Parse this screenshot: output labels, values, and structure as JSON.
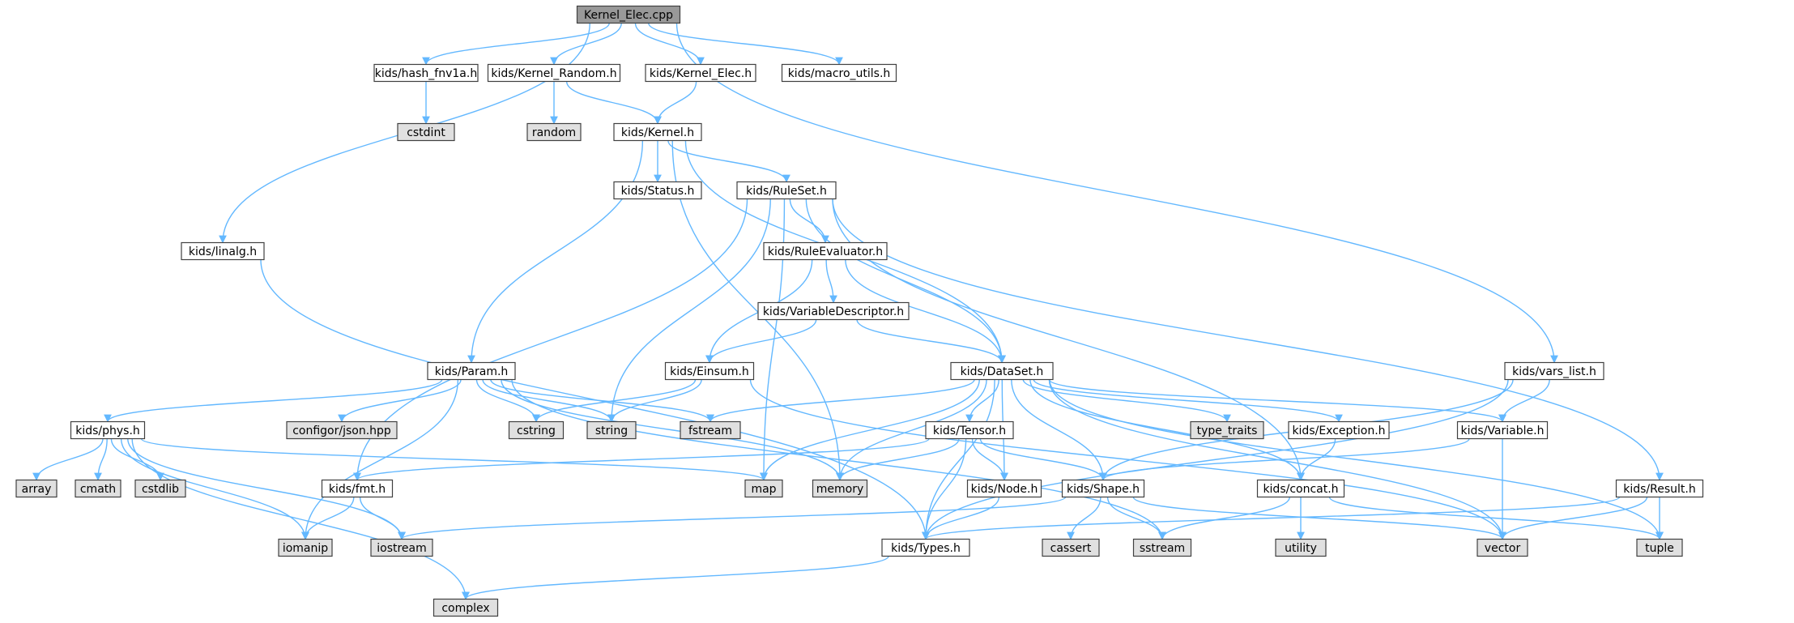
{
  "colors": {
    "edge": "#63b8ff",
    "root_fill": "#999999",
    "file_fill": "#ffffff",
    "system_fill": "#e0e0e0",
    "border": "#404040"
  },
  "nodes": [
    {
      "id": "root",
      "label": "Kernel_Elec.cpp",
      "kind": "root"
    },
    {
      "id": "hash",
      "label": "kids/hash_fnv1a.h",
      "kind": "file"
    },
    {
      "id": "krand",
      "label": "kids/Kernel_Random.h",
      "kind": "file"
    },
    {
      "id": "kelec",
      "label": "kids/Kernel_Elec.h",
      "kind": "file"
    },
    {
      "id": "macro",
      "label": "kids/macro_utils.h",
      "kind": "file"
    },
    {
      "id": "cstdint",
      "label": "cstdint",
      "kind": "system"
    },
    {
      "id": "random",
      "label": "random",
      "kind": "system"
    },
    {
      "id": "kernel",
      "label": "kids/Kernel.h",
      "kind": "file"
    },
    {
      "id": "status",
      "label": "kids/Status.h",
      "kind": "file"
    },
    {
      "id": "ruleset",
      "label": "kids/RuleSet.h",
      "kind": "file"
    },
    {
      "id": "linalg",
      "label": "kids/linalg.h",
      "kind": "file"
    },
    {
      "id": "ruleeval",
      "label": "kids/RuleEvaluator.h",
      "kind": "file"
    },
    {
      "id": "vardesc",
      "label": "kids/VariableDescriptor.h",
      "kind": "file"
    },
    {
      "id": "param",
      "label": "kids/Param.h",
      "kind": "file"
    },
    {
      "id": "einsum",
      "label": "kids/Einsum.h",
      "kind": "file"
    },
    {
      "id": "dataset",
      "label": "kids/DataSet.h",
      "kind": "file"
    },
    {
      "id": "varslist",
      "label": "kids/vars_list.h",
      "kind": "file"
    },
    {
      "id": "phys",
      "label": "kids/phys.h",
      "kind": "file"
    },
    {
      "id": "json",
      "label": "configor/json.hpp",
      "kind": "system"
    },
    {
      "id": "cstring",
      "label": "cstring",
      "kind": "system"
    },
    {
      "id": "string",
      "label": "string",
      "kind": "system"
    },
    {
      "id": "fstream",
      "label": "fstream",
      "kind": "system"
    },
    {
      "id": "tensor",
      "label": "kids/Tensor.h",
      "kind": "file"
    },
    {
      "id": "typetraits",
      "label": "type_traits",
      "kind": "system"
    },
    {
      "id": "exception",
      "label": "kids/Exception.h",
      "kind": "file"
    },
    {
      "id": "variable",
      "label": "kids/Variable.h",
      "kind": "file"
    },
    {
      "id": "array",
      "label": "array",
      "kind": "system"
    },
    {
      "id": "cmath",
      "label": "cmath",
      "kind": "system"
    },
    {
      "id": "cstdlib",
      "label": "cstdlib",
      "kind": "system"
    },
    {
      "id": "fmt",
      "label": "kids/fmt.h",
      "kind": "file"
    },
    {
      "id": "map",
      "label": "map",
      "kind": "system"
    },
    {
      "id": "memory",
      "label": "memory",
      "kind": "system"
    },
    {
      "id": "node",
      "label": "kids/Node.h",
      "kind": "file"
    },
    {
      "id": "shape",
      "label": "kids/Shape.h",
      "kind": "file"
    },
    {
      "id": "concat",
      "label": "kids/concat.h",
      "kind": "file"
    },
    {
      "id": "result",
      "label": "kids/Result.h",
      "kind": "file"
    },
    {
      "id": "iomanip",
      "label": "iomanip",
      "kind": "system"
    },
    {
      "id": "iostream",
      "label": "iostream",
      "kind": "system"
    },
    {
      "id": "types",
      "label": "kids/Types.h",
      "kind": "file"
    },
    {
      "id": "cassert",
      "label": "cassert",
      "kind": "system"
    },
    {
      "id": "sstream",
      "label": "sstream",
      "kind": "system"
    },
    {
      "id": "utility",
      "label": "utility",
      "kind": "system"
    },
    {
      "id": "vector",
      "label": "vector",
      "kind": "system"
    },
    {
      "id": "tuple",
      "label": "tuple",
      "kind": "system"
    },
    {
      "id": "complex",
      "label": "complex",
      "kind": "system"
    }
  ],
  "edges": [
    [
      "root",
      "hash"
    ],
    [
      "root",
      "krand"
    ],
    [
      "root",
      "kelec"
    ],
    [
      "root",
      "macro"
    ],
    [
      "root",
      "linalg"
    ],
    [
      "root",
      "varslist"
    ],
    [
      "hash",
      "cstdint"
    ],
    [
      "krand",
      "random"
    ],
    [
      "krand",
      "kernel"
    ],
    [
      "kelec",
      "kernel"
    ],
    [
      "kernel",
      "status"
    ],
    [
      "kernel",
      "ruleset"
    ],
    [
      "kernel",
      "param"
    ],
    [
      "kernel",
      "dataset"
    ],
    [
      "kernel",
      "memory"
    ],
    [
      "ruleset",
      "ruleeval"
    ],
    [
      "ruleset",
      "dataset"
    ],
    [
      "ruleset",
      "string"
    ],
    [
      "ruleset",
      "map"
    ],
    [
      "ruleset",
      "fmt"
    ],
    [
      "ruleset",
      "concat"
    ],
    [
      "ruleset",
      "result"
    ],
    [
      "ruleeval",
      "vardesc"
    ],
    [
      "ruleeval",
      "einsum"
    ],
    [
      "ruleeval",
      "dataset"
    ],
    [
      "vardesc",
      "einsum"
    ],
    [
      "vardesc",
      "dataset"
    ],
    [
      "linalg",
      "types"
    ],
    [
      "einsum",
      "cstring"
    ],
    [
      "einsum",
      "string"
    ],
    [
      "einsum",
      "vector"
    ],
    [
      "param",
      "phys"
    ],
    [
      "param",
      "json"
    ],
    [
      "param",
      "cstring"
    ],
    [
      "param",
      "string"
    ],
    [
      "param",
      "fstream"
    ],
    [
      "param",
      "memory"
    ],
    [
      "param",
      "iomanip"
    ],
    [
      "param",
      "sstream"
    ],
    [
      "dataset",
      "fstream"
    ],
    [
      "dataset",
      "map"
    ],
    [
      "dataset",
      "memory"
    ],
    [
      "dataset",
      "tensor"
    ],
    [
      "dataset",
      "node"
    ],
    [
      "dataset",
      "shape"
    ],
    [
      "dataset",
      "types"
    ],
    [
      "dataset",
      "typetraits"
    ],
    [
      "dataset",
      "exception"
    ],
    [
      "dataset",
      "variable"
    ],
    [
      "dataset",
      "concat"
    ],
    [
      "dataset",
      "vector"
    ],
    [
      "dataset",
      "tuple"
    ],
    [
      "varslist",
      "variable"
    ],
    [
      "varslist",
      "shape"
    ],
    [
      "varslist",
      "types"
    ],
    [
      "phys",
      "array"
    ],
    [
      "phys",
      "cmath"
    ],
    [
      "phys",
      "cstdlib"
    ],
    [
      "phys",
      "map"
    ],
    [
      "phys",
      "iomanip"
    ],
    [
      "phys",
      "iostream"
    ],
    [
      "phys",
      "complex"
    ],
    [
      "tensor",
      "fmt"
    ],
    [
      "tensor",
      "memory"
    ],
    [
      "tensor",
      "node"
    ],
    [
      "tensor",
      "shape"
    ],
    [
      "tensor",
      "types"
    ],
    [
      "exception",
      "concat"
    ],
    [
      "variable",
      "shape"
    ],
    [
      "variable",
      "vector"
    ],
    [
      "fmt",
      "iomanip"
    ],
    [
      "fmt",
      "iostream"
    ],
    [
      "node",
      "types"
    ],
    [
      "shape",
      "iostream"
    ],
    [
      "shape",
      "cassert"
    ],
    [
      "shape",
      "sstream"
    ],
    [
      "shape",
      "vector"
    ],
    [
      "concat",
      "sstream"
    ],
    [
      "concat",
      "utility"
    ],
    [
      "concat",
      "tuple"
    ],
    [
      "result",
      "types"
    ],
    [
      "result",
      "vector"
    ],
    [
      "result",
      "tuple"
    ],
    [
      "types",
      "complex"
    ]
  ]
}
